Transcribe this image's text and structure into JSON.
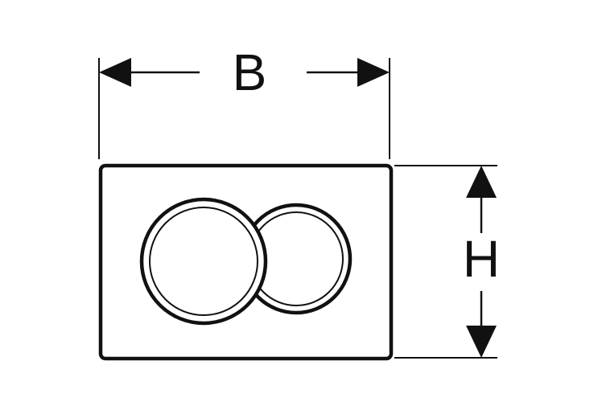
{
  "diagram": {
    "width_label": "B",
    "height_label": "H",
    "colors": {
      "stroke": "#111111",
      "background": "#ffffff"
    },
    "parts": {
      "plate": "rectangular-plate",
      "buttons": [
        "left-flush-button",
        "right-flush-button"
      ]
    }
  }
}
